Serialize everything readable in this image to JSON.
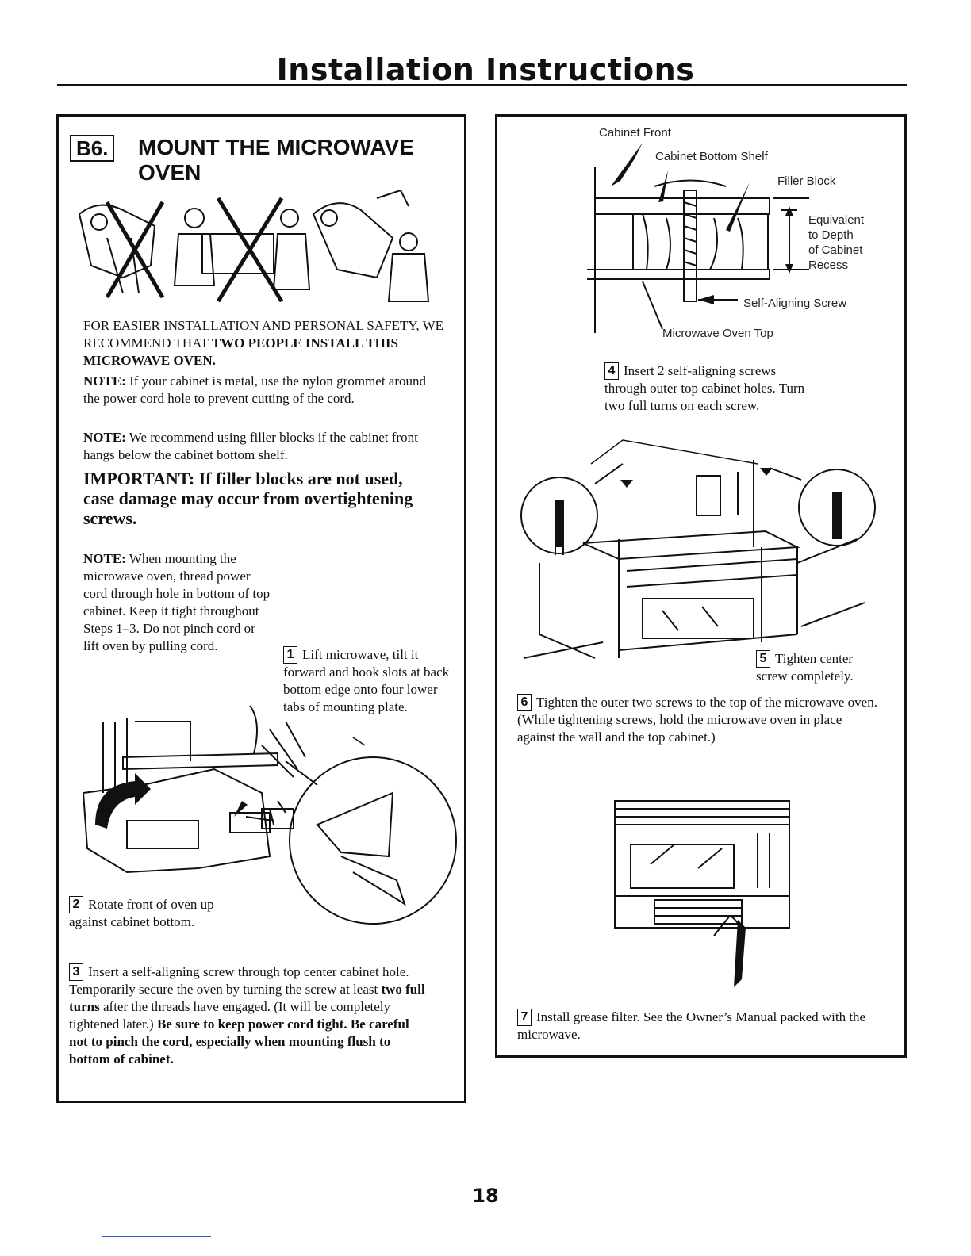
{
  "header": {
    "title": "Installation Instructions"
  },
  "left": {
    "section_number": "B6.",
    "section_title": "MOUNT THE MICROWAVE OVEN",
    "intro_plain": "FOR EASIER INSTALLATION AND PERSONAL SAFETY, WE RECOMMEND THAT ",
    "intro_bold": "TWO PEOPLE INSTALL THIS MICROWAVE OVEN.",
    "note1_label": "NOTE:",
    "note1_text": " If your cabinet is metal, use the nylon grommet around the power cord hole to prevent cutting of the cord.",
    "note2_label": "NOTE:",
    "note2_text": " We recommend using filler blocks if the cabinet front hangs below the cabinet bottom shelf.",
    "important": "IMPORTANT: If filler blocks are not used, case damage may occur from overtightening screws.",
    "note3_label": "NOTE:",
    "note3_text": " When mounting the microwave oven, thread power cord through hole in bottom of top cabinet. Keep it tight throughout Steps 1–3. Do not pinch cord or lift oven by pulling cord.",
    "step1_num": "1",
    "step1_text": "Lift microwave, tilt it forward and hook slots at back bottom edge onto four lower tabs of mounting plate.",
    "step2_num": "2",
    "step2_text": "Rotate front of oven up against cabinet bottom.",
    "step3_num": "3",
    "step3_a": "Insert a self-aligning screw through top center cabinet hole. Temporarily secure the oven by turning the screw at least ",
    "step3_b": "two full turns",
    "step3_c": " after the threads have engaged. (It will be completely tightened later.) ",
    "step3_d": "Be sure to keep power cord tight. Be careful not to pinch the cord, especially when mounting flush to bottom of cabinet."
  },
  "right": {
    "labels": {
      "cabinet_front": "Cabinet Front",
      "cabinet_bottom_shelf": "Cabinet Bottom Shelf",
      "filler_block": "Filler Block",
      "equivalent_1": "Equivalent",
      "equivalent_2": "to Depth",
      "equivalent_3": "of Cabinet",
      "equivalent_4": "Recess",
      "self_aligning_screw": "Self-Aligning Screw",
      "microwave_oven_top": "Microwave Oven Top"
    },
    "step4_num": "4",
    "step4_text": "Insert 2 self-aligning screws through outer top cabinet holes. Turn two full turns on each screw.",
    "step5_num": "5",
    "step5_text": "Tighten center screw completely.",
    "step6_num": "6",
    "step6_text": "Tighten the outer two screws to the top of the microwave oven. (While tightening screws, hold the microwave oven in place against the wall and the top cabinet.)",
    "step7_num": "7",
    "step7_text": "Install grease filter. See the Owner’s Manual packed with the microwave."
  },
  "footer": {
    "page_number": "18"
  }
}
